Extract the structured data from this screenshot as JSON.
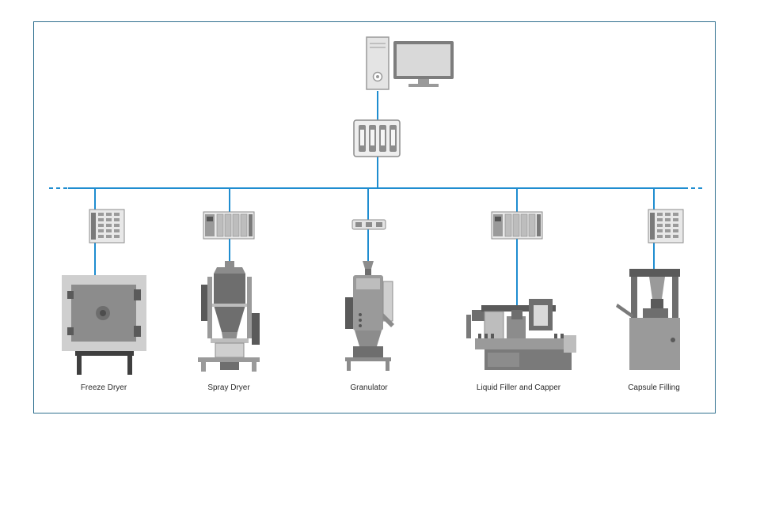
{
  "colors": {
    "network": "#1f8dd0",
    "frame": "#2f6f8f",
    "device": "#8c8c8c",
    "device_dark": "#5a5a5a",
    "device_light": "#cfcfcf",
    "label": "#2b2b2b"
  },
  "network": {
    "top": [
      "workstation-icon",
      "network-switch-icon"
    ],
    "bus_style": "dashed-ends"
  },
  "machines": [
    {
      "label": "Freeze Dryer",
      "controller": "io-block-icon",
      "machine_icon": "freeze-dryer-icon"
    },
    {
      "label": "Spray Dryer",
      "controller": "plc-rack-icon",
      "machine_icon": "spray-dryer-icon"
    },
    {
      "label": "Granulator",
      "controller": "small-io-module-icon",
      "machine_icon": "granulator-icon"
    },
    {
      "label": "Liquid Filler and Capper",
      "controller": "plc-rack-icon",
      "machine_icon": "liquid-filler-capper-icon"
    },
    {
      "label": "Capsule Filling",
      "controller": "io-block-icon",
      "machine_icon": "capsule-filling-icon"
    }
  ]
}
